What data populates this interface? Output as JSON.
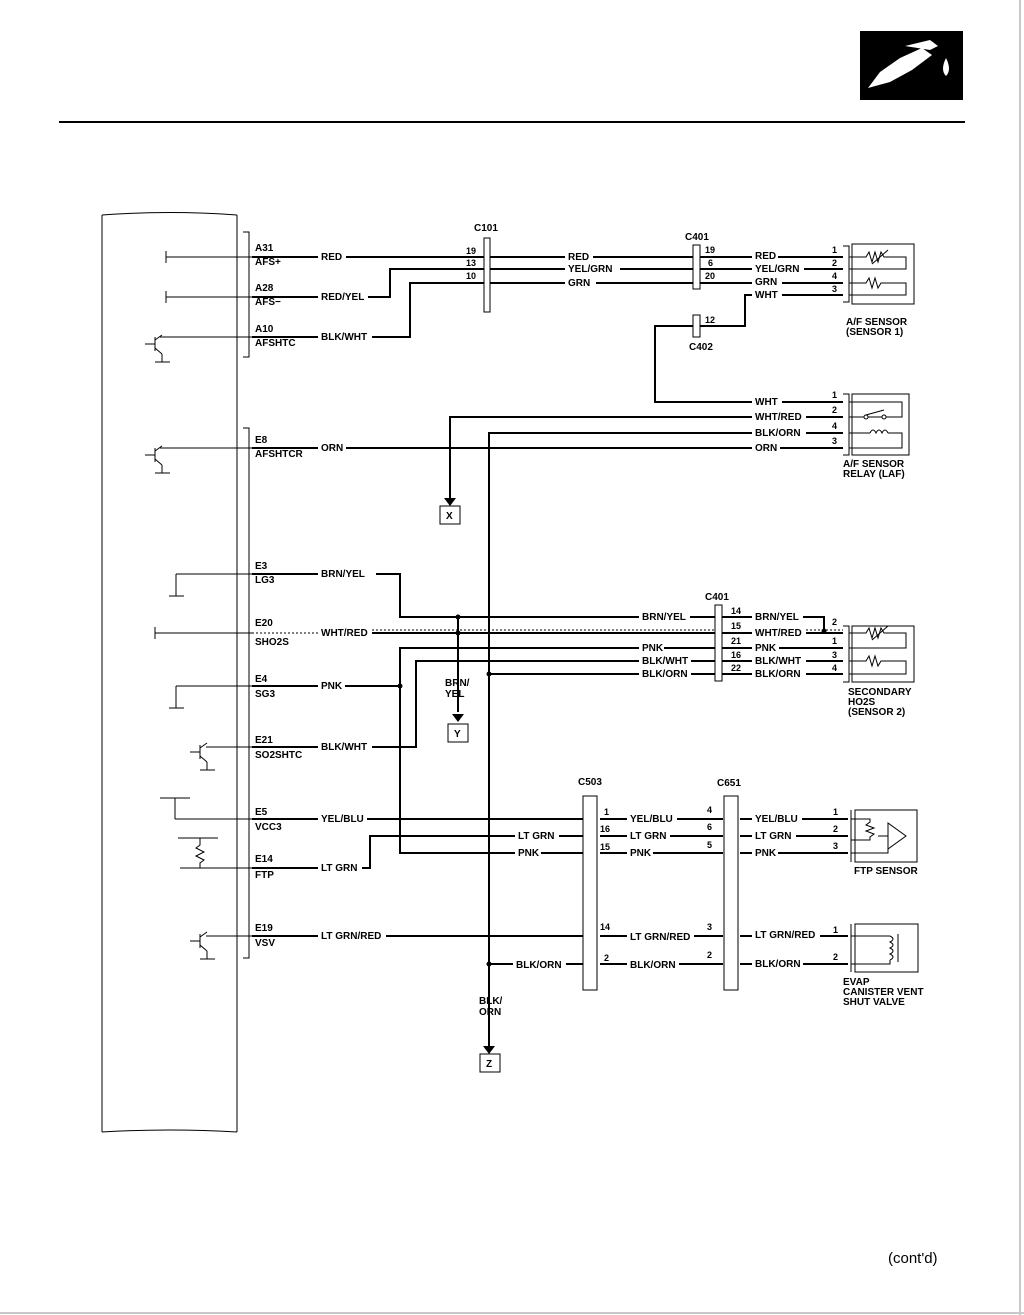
{
  "header": {
    "icon": "fuel-pump-nozzle-icon",
    "icon_bg": "#000000",
    "footer_note": "(cont'd)"
  },
  "diagram": {
    "connectors": {
      "c101": "C101",
      "c401_top": "C401",
      "c402": "C402",
      "c401_mid": "C401",
      "c503": "C503",
      "c651": "C651"
    },
    "ecm_terminals": [
      {
        "pin": "A31",
        "name": "AFS+"
      },
      {
        "pin": "A28",
        "name": "AFS−"
      },
      {
        "pin": "A10",
        "name": "AFSHTC"
      },
      {
        "pin": "E8",
        "name": "AFSHTCR"
      },
      {
        "pin": "E3",
        "name": "LG3"
      },
      {
        "pin": "E20",
        "name": "SHO2S"
      },
      {
        "pin": "E4",
        "name": "SG3"
      },
      {
        "pin": "E21",
        "name": "SO2SHTC"
      },
      {
        "pin": "E5",
        "name": "VCC3"
      },
      {
        "pin": "E14",
        "name": "FTP"
      },
      {
        "pin": "E19",
        "name": "VSV"
      }
    ],
    "wires": {
      "a31": "RED",
      "a28": "RED/YEL",
      "a10": "BLK/WHT",
      "e8": "ORN",
      "e3": "BRN/YEL",
      "e20": "WHT/RED",
      "e4": "PNK",
      "e21": "BLK/WHT",
      "e5": "YEL/BLU",
      "e14": "LT GRN",
      "e19": "LT GRN/RED",
      "c101_red": "RED",
      "c101_yelgrn": "YEL/GRN",
      "c101_grn": "GRN",
      "afs_red": "RED",
      "afs_yelgrn": "YEL/GRN",
      "afs_grn": "GRN",
      "afs_wht": "WHT",
      "laf_wht": "WHT",
      "laf_whtred": "WHT/RED",
      "laf_blkorn": "BLK/ORN",
      "laf_orn": "ORN",
      "s2_brnyel_in": "BRN/YEL",
      "s2_pnk_in": "PNK",
      "s2_blkwht_in": "BLK/WHT",
      "s2_blkorn_in": "BLK/ORN",
      "s2_brnyel": "BRN/YEL",
      "s2_whtred": "WHT/RED",
      "s2_pnk": "PNK",
      "s2_blkwht": "BLK/WHT",
      "s2_blkorn": "BLK/ORN",
      "y_branch": "BRN/",
      "y_branch2": "YEL",
      "c503_ltgrn_in": "LT GRN",
      "c503_pnk_in": "PNK",
      "c503_blkorn_in": "BLK/ORN",
      "mid_yelblu": "YEL/BLU",
      "mid_ltgrn": "LT GRN",
      "mid_pnk": "PNK",
      "mid_ltgrnred": "LT GRN/RED",
      "mid_blkorn": "BLK/ORN",
      "ftp_yelblu": "YEL/BLU",
      "ftp_ltgrn": "LT GRN",
      "ftp_pnk": "PNK",
      "evap_ltgrnred": "LT GRN/RED",
      "evap_blkorn": "BLK/ORN",
      "z_branch": "BLK/",
      "z_branch2": "ORN"
    },
    "pins": {
      "c101": [
        "19",
        "13",
        "10"
      ],
      "c401_top": [
        "19",
        "6",
        "20"
      ],
      "c402": [
        "12"
      ],
      "afs": [
        "1",
        "2",
        "4",
        "3"
      ],
      "laf": [
        "1",
        "2",
        "4",
        "3"
      ],
      "c401_mid": [
        "14",
        "15",
        "21",
        "16",
        "22"
      ],
      "s2": [
        "2",
        "1",
        "3",
        "4"
      ],
      "c503": [
        "1",
        "16",
        "15",
        "14",
        "2"
      ],
      "c651": [
        "4",
        "6",
        "5",
        "3",
        "2"
      ],
      "ftp": [
        "1",
        "2",
        "3"
      ],
      "evap": [
        "1",
        "2"
      ]
    },
    "components": {
      "afs": [
        "A/F SENSOR",
        "(SENSOR 1)"
      ],
      "laf": [
        "A/F SENSOR",
        "RELAY (LAF)"
      ],
      "s2": [
        "SECONDARY",
        "HO2S",
        "(SENSOR 2)"
      ],
      "ftp": [
        "FTP SENSOR"
      ],
      "evap": [
        "EVAP",
        "CANISTER VENT",
        "SHUT VALVE"
      ]
    },
    "references": {
      "x": "X",
      "y": "Y",
      "z": "Z"
    }
  }
}
